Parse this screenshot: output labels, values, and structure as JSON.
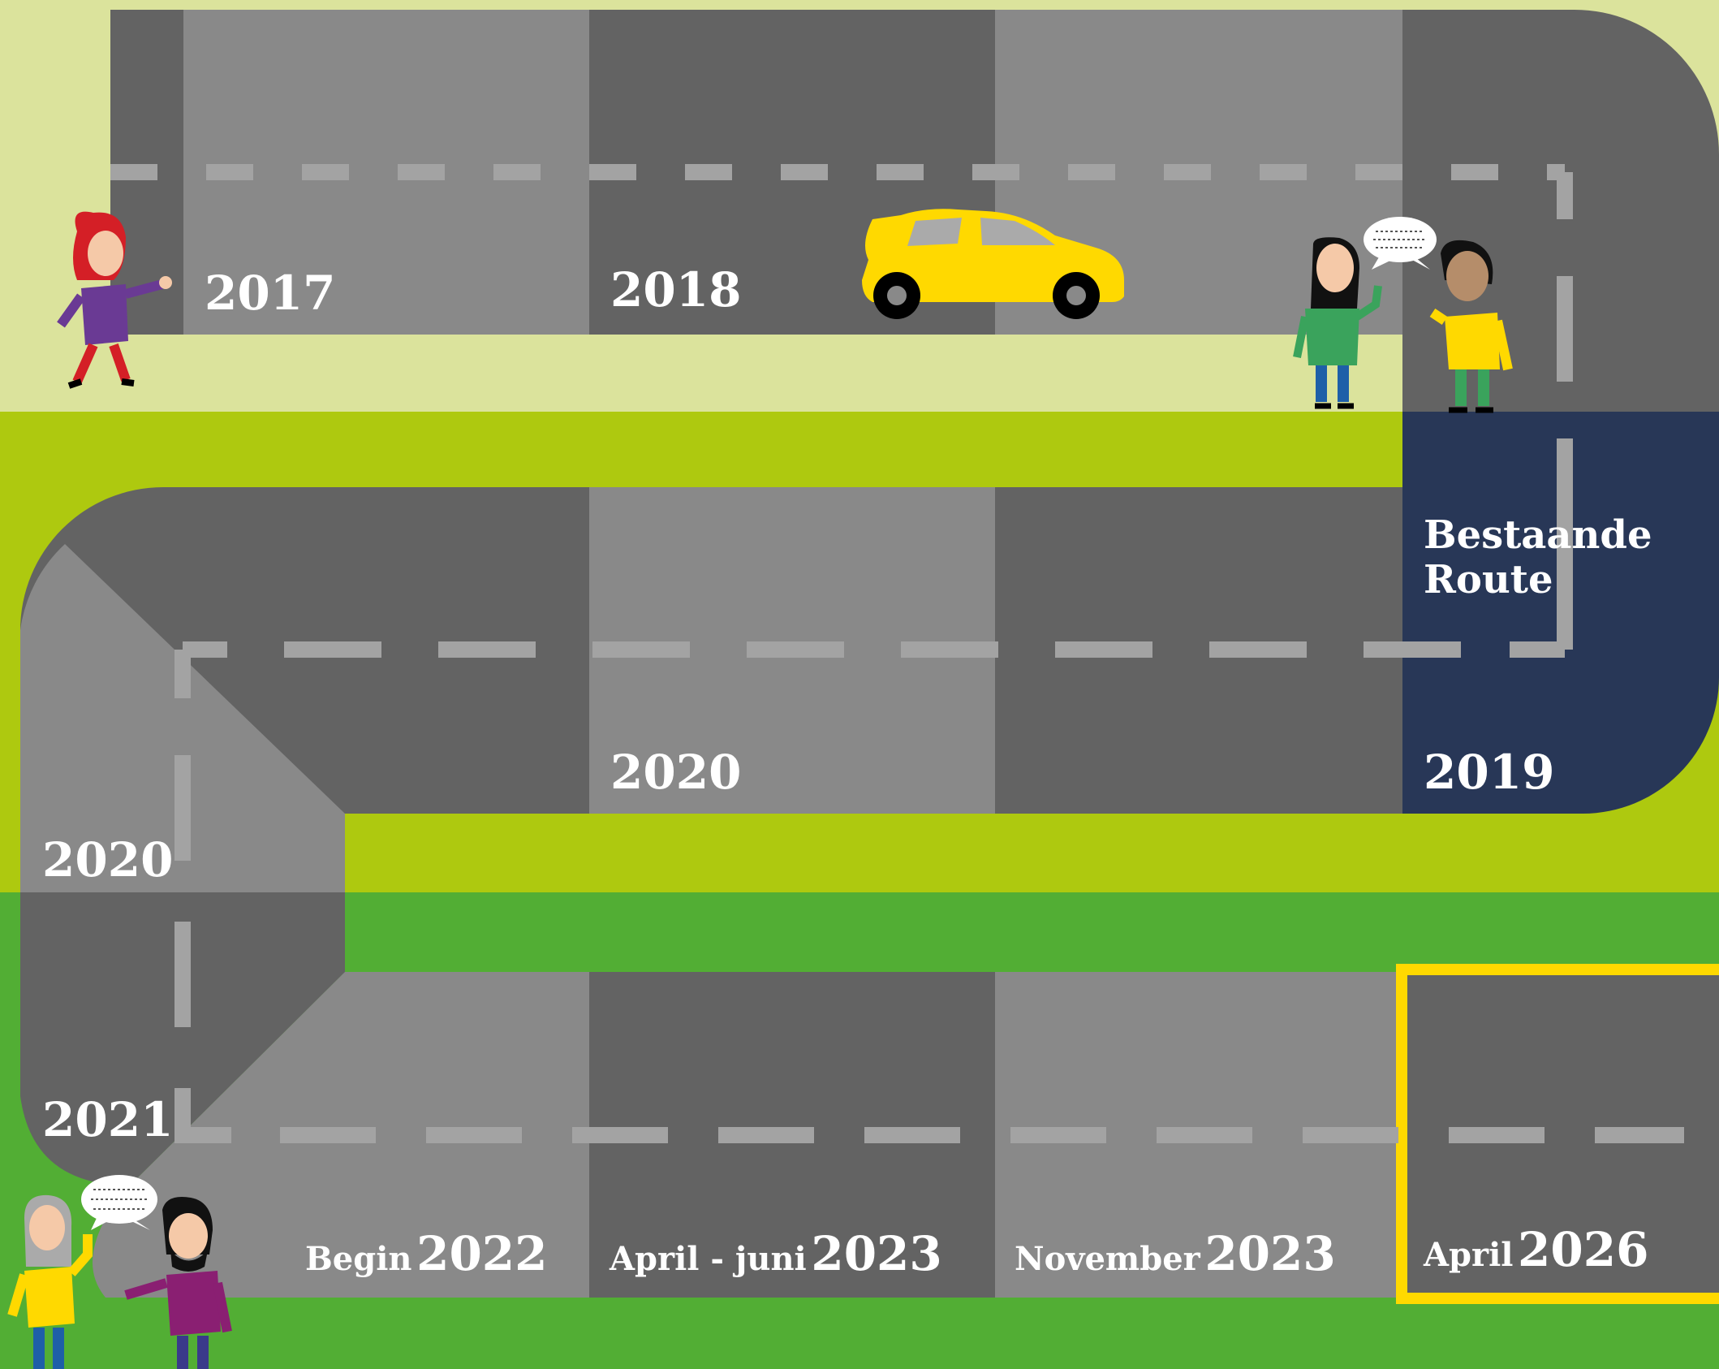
{
  "colors": {
    "background_top": "#dbe39c",
    "grass_lime": "#aec90f",
    "grass_green": "#52ae34",
    "road_light": "#898989",
    "road_dark": "#636363",
    "existing_route": "#283757",
    "highlight": "#ffd900",
    "car": "#ffd900",
    "label_text": "#ffffff"
  },
  "timeline": {
    "row1": [
      {
        "year": "2017"
      },
      {
        "year": "2018"
      }
    ],
    "existing_route": {
      "label": "Bestaande\nRoute",
      "year": "2019"
    },
    "row2": [
      {
        "year": "2020"
      }
    ],
    "bend": [
      {
        "year": "2020"
      },
      {
        "year": "2021"
      }
    ],
    "row3": [
      {
        "prefix": "Begin",
        "year": "2022"
      },
      {
        "prefix": "April - juni",
        "year": "2023"
      },
      {
        "prefix": "November",
        "year": "2023"
      },
      {
        "prefix": "April",
        "year": "2026",
        "highlighted": true
      }
    ]
  },
  "illustrations": {
    "car": "yellow-car-icon",
    "people": [
      "walking-woman",
      "talking-couple",
      "talking-pair-elderly"
    ],
    "speech_bubbles": [
      "speech-bubble-icon",
      "speech-bubble-icon"
    ]
  }
}
